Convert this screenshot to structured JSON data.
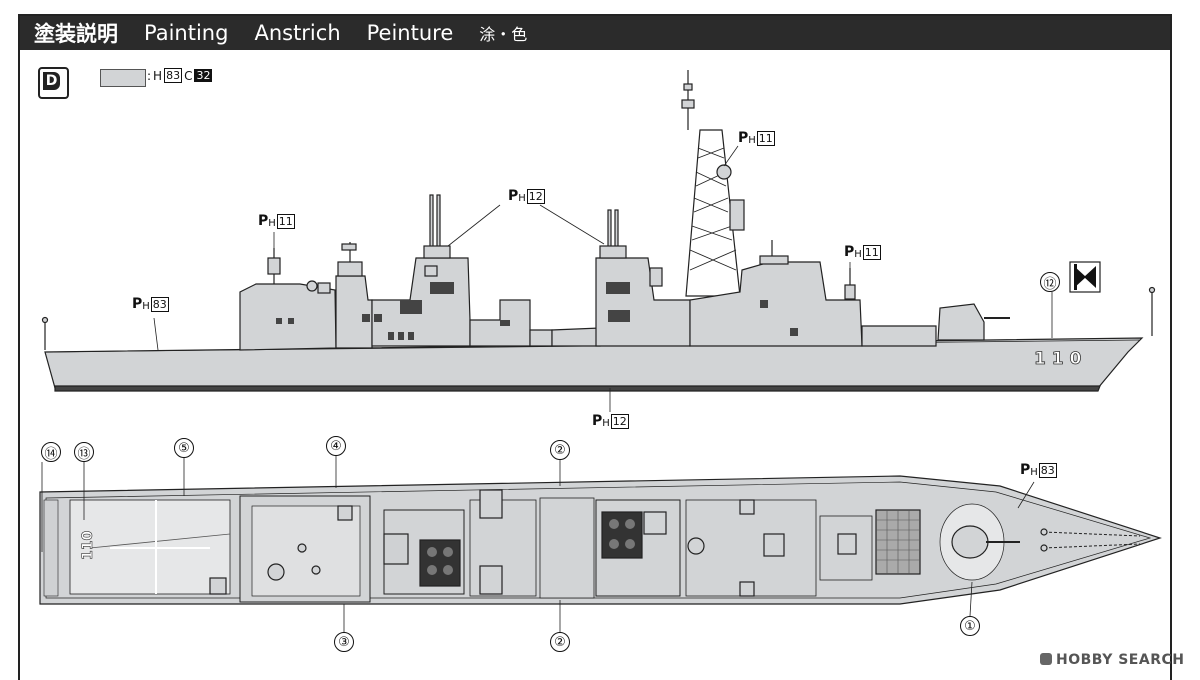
{
  "header": {
    "title_jp": "塗装説明",
    "title_en": "Painting",
    "title_de": "Anstrich",
    "title_fr": "Peinture",
    "title_cn": "涂・色"
  },
  "legend": {
    "badge": "D",
    "swatch_color": "#d2d4d6",
    "colon": ":",
    "h_prefix": "H",
    "h_code": "83",
    "c_prefix": "C",
    "c_code": "32"
  },
  "callouts": {
    "p_letter": "P",
    "h_letter": "H",
    "hull_side": "83",
    "forward_mast": "11",
    "funnels": "12",
    "main_mast": "11",
    "aft_mast": "11",
    "waterline": "12",
    "deck": "83"
  },
  "numbers": {
    "n1": "①",
    "n2a": "②",
    "n2b": "②",
    "n3": "③",
    "n4": "④",
    "n5": "⑤",
    "n12": "⑫",
    "n13": "⑬",
    "n14": "⑭"
  },
  "hull_number": "1 1 0",
  "watermark": "HOBBY SEARCH"
}
